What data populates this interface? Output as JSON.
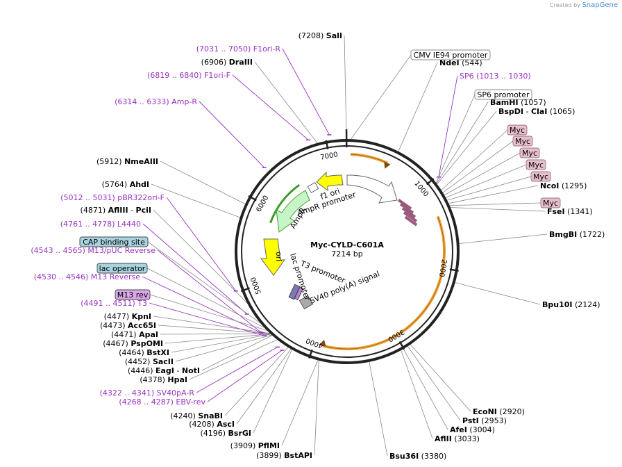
{
  "brand": {
    "created_by": "Created by",
    "product": "SnapGene"
  },
  "plasmid": {
    "name": "Myc-CYLD-C601A",
    "size": "7214 bp",
    "length": 7214
  },
  "ticks": [
    "1000",
    "2000",
    "3000",
    "4000",
    "5000",
    "6000",
    "7000"
  ],
  "feature_labels": [
    {
      "text": "CMV IE94 promoter",
      "bg": "#ffffff",
      "border": "#888888"
    },
    {
      "text": "SP6 promoter",
      "bg": "#ffffff",
      "border": "#888888"
    },
    {
      "text": "Myc",
      "bg": "#e6bfcb",
      "border": "#a07080"
    },
    {
      "text": "Myc",
      "bg": "#e6bfcb",
      "border": "#a07080"
    },
    {
      "text": "Myc",
      "bg": "#e6bfcb",
      "border": "#a07080"
    },
    {
      "text": "Myc",
      "bg": "#e6bfcb",
      "border": "#a07080"
    },
    {
      "text": "Myc",
      "bg": "#e6bfcb",
      "border": "#a07080"
    },
    {
      "text": "Myc",
      "bg": "#e6bfcb",
      "border": "#a07080"
    },
    {
      "text": "CAP binding site",
      "bg": "#a8d4e0",
      "border": "#444444"
    },
    {
      "text": "lac operator",
      "bg": "#a8d4e0",
      "border": "#444444"
    },
    {
      "text": "M13 rev",
      "bg": "#d9a6e8",
      "border": "#444444"
    }
  ],
  "right_sites": [
    {
      "name": "NdeI",
      "pos": "(544)"
    },
    {
      "name": "BamHI",
      "pos": "(1057)"
    },
    {
      "name": "BspDI",
      "second": "ClaI",
      "pos": "(1065)"
    },
    {
      "name": "NcoI",
      "pos": "(1295)"
    },
    {
      "name": "FseI",
      "pos": "(1341)"
    },
    {
      "name": "BmgBI",
      "pos": "(1722)"
    },
    {
      "name": "Bpu10I",
      "pos": "(2124)"
    },
    {
      "name": "EcoNI",
      "pos": "(2920)"
    },
    {
      "name": "PstI",
      "pos": "(2953)"
    },
    {
      "name": "AfeI",
      "pos": "(3004)"
    },
    {
      "name": "AflII",
      "pos": "(3033)"
    },
    {
      "name": "Bsu36I",
      "pos": "(3380)"
    }
  ],
  "left_sites": [
    {
      "pos": "(7208)",
      "name": "SalI"
    },
    {
      "pos": "(6906)",
      "name": "DraIII"
    },
    {
      "pos": "(5912)",
      "name": "NmeAIII"
    },
    {
      "pos": "(5764)",
      "name": "AhdI"
    },
    {
      "pos": "(4871)",
      "name": "AflIII",
      "second": "PciI"
    },
    {
      "pos": "(4477)",
      "name": "KpnI"
    },
    {
      "pos": "(4473)",
      "name": "Acc65I"
    },
    {
      "pos": "(4471)",
      "name": "ApaI"
    },
    {
      "pos": "(4467)",
      "name": "PspOMI"
    },
    {
      "pos": "(4464)",
      "name": "BstXI"
    },
    {
      "pos": "(4452)",
      "name": "SacII"
    },
    {
      "pos": "(4446)",
      "name": "EagI",
      "second": "NotI"
    },
    {
      "pos": "(4378)",
      "name": "HpaI"
    },
    {
      "pos": "(4240)",
      "name": "SnaBI"
    },
    {
      "pos": "(4208)",
      "name": "AscI"
    },
    {
      "pos": "(4196)",
      "name": "BsrGI"
    },
    {
      "pos": "(3909)",
      "name": "PflMI"
    },
    {
      "pos": "(3899)",
      "name": "BstAPI"
    }
  ],
  "primers": [
    {
      "range": "(7031 .. 7050)",
      "name": "F1ori-R"
    },
    {
      "range": "(6819 .. 6840)",
      "name": "F1ori-F"
    },
    {
      "range": "(6314 .. 6333)",
      "name": "Amp-R"
    },
    {
      "range": "(5012 .. 5031)",
      "name": "pBR322ori-F"
    },
    {
      "range": "(4761 .. 4778)",
      "name": "L4440"
    },
    {
      "range": "(4543 .. 4565)",
      "name": "M13/pUC Reverse"
    },
    {
      "range": "(4530 .. 4546)",
      "name": "M13 Reverse"
    },
    {
      "range": "(4491 .. 4511)",
      "name": "T3"
    },
    {
      "range": "(4322 .. 4341)",
      "name": "SV40pA-R"
    },
    {
      "range": "(4268 .. 4287)",
      "name": "EBV-rev"
    },
    {
      "name": "SP6",
      "range": "(1013 .. 1030)"
    }
  ],
  "inner_labels": {
    "f1_ori": "f1 ori",
    "ampr_promoter": "AmpR promoter",
    "ampr": "AmpR",
    "ori": "ori",
    "lac_promoter": "lac promoter",
    "t3_promoter": "T3 promoter",
    "sv40": "SV40 poly(A) signal"
  },
  "colors": {
    "primer": "#9a2fc3",
    "ring": "#222222",
    "orange": "#f0a030",
    "yellow": "#ffff00",
    "green": "#c8f5c8",
    "green_edge": "#3c9c2a"
  }
}
